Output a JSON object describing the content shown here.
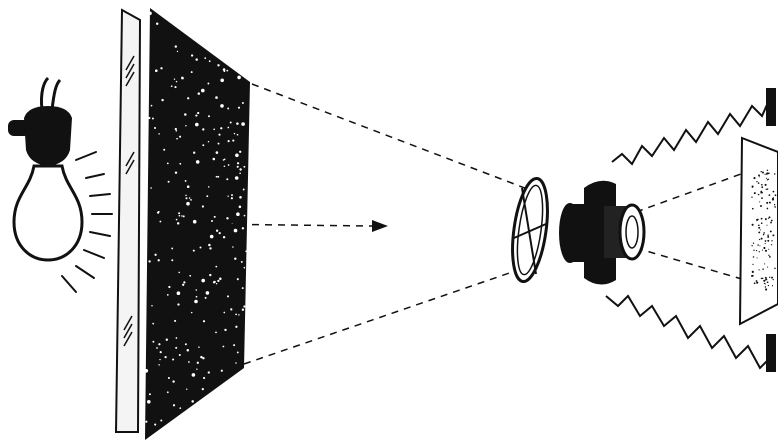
{
  "figure": {
    "parts": [
      "light-bulb",
      "diffuser-glass",
      "star-field-plate",
      "filter-disc",
      "camera-lens",
      "camera-bellows",
      "image-screen"
    ],
    "colors": {
      "ink": "#111111",
      "paper": "#ffffff",
      "glass": "#f4f4f4"
    }
  }
}
